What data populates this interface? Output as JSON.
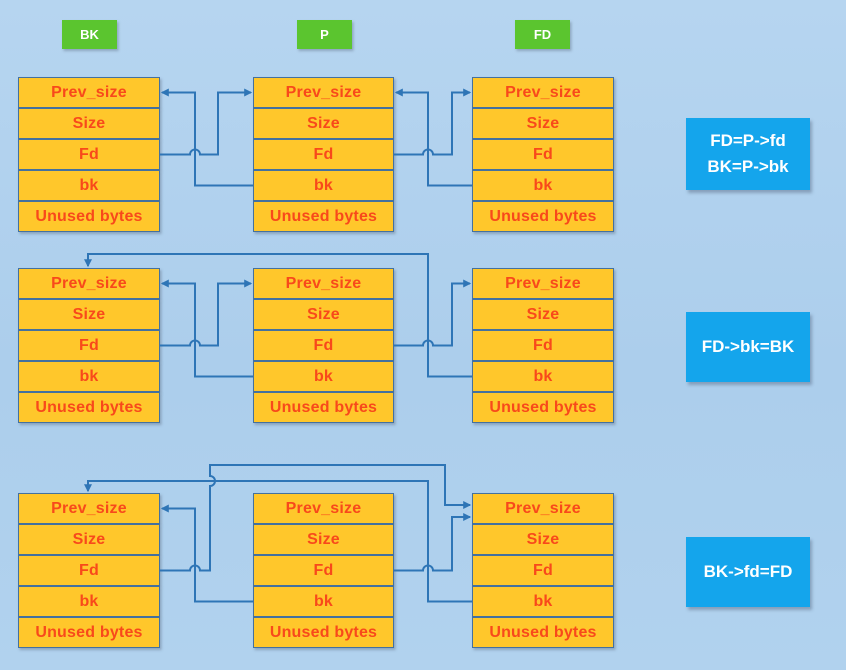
{
  "top_labels": [
    "BK",
    "P",
    "FD"
  ],
  "chunk_fields": [
    "Prev_size",
    "Size",
    "Fd",
    "bk",
    "Unused bytes"
  ],
  "rows": [
    {
      "operation_lines": [
        "FD=P->fd",
        "BK=P->bk"
      ]
    },
    {
      "operation_lines": [
        "FD->bk=BK"
      ]
    },
    {
      "operation_lines": [
        "BK->fd=FD"
      ]
    }
  ],
  "arrows": [
    {
      "row": 1,
      "from": "P.bk",
      "to": "BK.prev_size"
    },
    {
      "row": 1,
      "from": "BK.fd",
      "to": "P.prev_size"
    },
    {
      "row": 1,
      "from": "FD.bk",
      "to": "P.prev_size"
    },
    {
      "row": 1,
      "from": "P.fd",
      "to": "FD.prev_size"
    },
    {
      "row": 2,
      "from": "P.bk",
      "to": "BK.prev_size"
    },
    {
      "row": 2,
      "from": "BK.fd",
      "to": "P.prev_size"
    },
    {
      "row": 2,
      "from": "P.fd",
      "to": "FD.prev_size"
    },
    {
      "row": 2,
      "from": "FD.bk",
      "to": "BK.top"
    },
    {
      "row": 3,
      "from": "P.bk",
      "to": "BK.prev_size"
    },
    {
      "row": 3,
      "from": "BK.fd",
      "to": "FD.prev_size"
    },
    {
      "row": 3,
      "from": "P.fd",
      "to": "FD.prev_size"
    },
    {
      "row": 3,
      "from": "FD.bk",
      "to": "BK.top"
    }
  ],
  "colors": {
    "background": "#ACCEEC",
    "chunk_fill": "#FFC72B",
    "chunk_border": "#44719F",
    "chunk_text": "#F8491B",
    "arrow": "#2E75B6",
    "tag_green": "#5BC52F",
    "op_blue": "#14A5EC",
    "label_text": "#FFFFFF"
  }
}
